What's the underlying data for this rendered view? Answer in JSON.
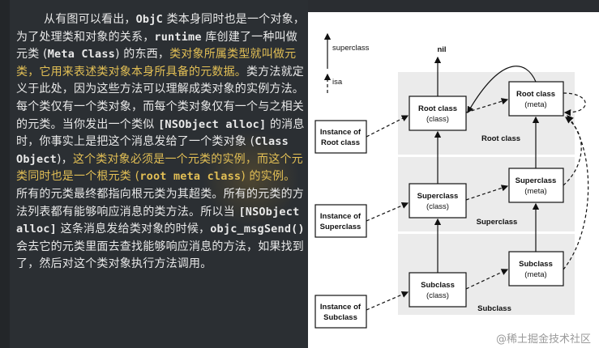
{
  "article": {
    "segments": [
      {
        "t": "从有图可以看出，",
        "c": "normal"
      },
      {
        "t": "ObjC",
        "c": "code"
      },
      {
        "t": " 类本身同时也是一个对象，为了处理类和对象的关系，",
        "c": "normal"
      },
      {
        "t": "runtime",
        "c": "code"
      },
      {
        "t": " 库创建了一种叫做元类 (",
        "c": "normal"
      },
      {
        "t": "Meta Class",
        "c": "code"
      },
      {
        "t": ") 的东西，",
        "c": "normal"
      },
      {
        "t": "类对象所属类型就叫做元类，它用来表述类对象本身所具备的元数据。",
        "c": "hl"
      },
      {
        "t": "类方法就定义于此处，因为这些方法可以理解成类对象的实例方法。每个类仅有一个类对象，而每个类对象仅有一个与之相关的元类。当你发出一个类似 ",
        "c": "normal"
      },
      {
        "t": "[NSObject alloc]",
        "c": "code"
      },
      {
        "t": " 的消息时，你事实上是把这个消息发给了一个类对象 (",
        "c": "normal"
      },
      {
        "t": "Class Object",
        "c": "code"
      },
      {
        "t": ")，",
        "c": "normal"
      },
      {
        "t": "这个类对象必须是一个元类的实例，而这个元类同时也是一个根元类 (",
        "c": "hl"
      },
      {
        "t": "root meta class",
        "c": "hl code"
      },
      {
        "t": ") 的实例。",
        "c": "hl"
      },
      {
        "t": "所有的元类最终都指向根元类为其超类。所有的元类的方法列表都有能够响应消息的类方法。所以当 ",
        "c": "normal"
      },
      {
        "t": "[NSObject alloc]",
        "c": "code"
      },
      {
        "t": " 这条消息发给类对象的时候，",
        "c": "normal"
      },
      {
        "t": "objc_msgSend()",
        "c": "code"
      },
      {
        "t": " 会去它的元类里面去查找能够响应消息的方法，如果找到了，然后对这个类对象执行方法调用。",
        "c": "normal"
      }
    ]
  },
  "diagram": {
    "legend": {
      "superclass": "superclass",
      "isa": "isa"
    },
    "nil": "nil",
    "row_labels": {
      "root": "Root class",
      "super": "Superclass",
      "sub": "Subclass"
    },
    "instances": [
      {
        "line1": "Instance of",
        "line2": "Root class"
      },
      {
        "line1": "Instance of",
        "line2": "Superclass"
      },
      {
        "line1": "Instance of",
        "line2": "Subclass"
      }
    ],
    "classes": [
      {
        "name": "Root class",
        "sub": "(class)"
      },
      {
        "name": "Superclass",
        "sub": "(class)"
      },
      {
        "name": "Subclass",
        "sub": "(class)"
      }
    ],
    "metas": [
      {
        "name": "Root class",
        "sub": "(meta)"
      },
      {
        "name": "Superclass",
        "sub": "(meta)"
      },
      {
        "name": "Subclass",
        "sub": "(meta)"
      }
    ]
  },
  "watermark": "@稀土掘金技术社区"
}
